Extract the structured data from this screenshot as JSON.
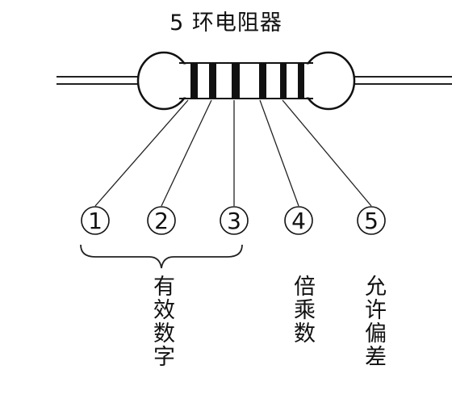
{
  "title": "5 环电阻器",
  "bands": [
    {
      "number": "1"
    },
    {
      "number": "2"
    },
    {
      "number": "3"
    },
    {
      "number": "4"
    },
    {
      "number": "5"
    }
  ],
  "labels": {
    "significant_digits": "有效数字",
    "multiplier": "倍乘数",
    "tolerance": "允许偏差"
  }
}
